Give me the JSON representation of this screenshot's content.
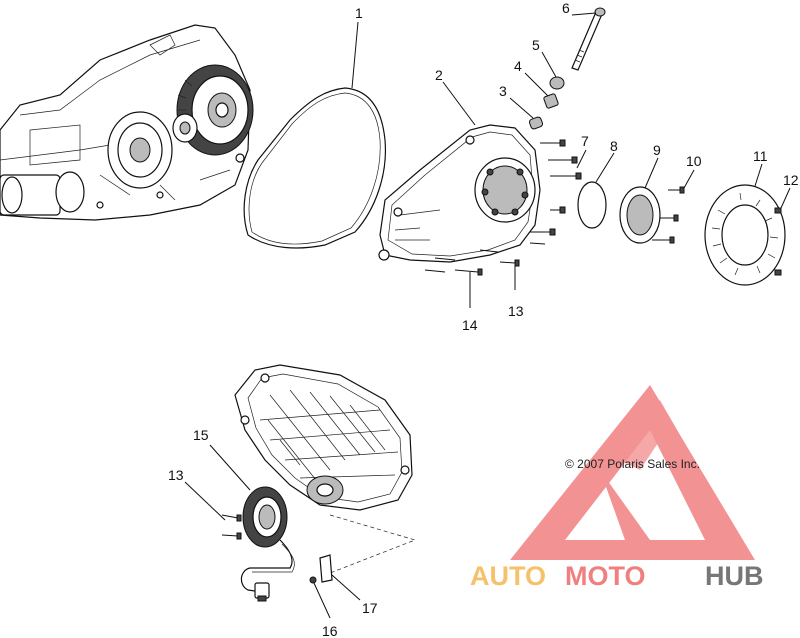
{
  "callouts": {
    "c1": "1",
    "c2": "2",
    "c3": "3",
    "c4": "4",
    "c5": "5",
    "c6": "6",
    "c7": "7",
    "c8": "8",
    "c9": "9",
    "c10": "10",
    "c11": "11",
    "c12": "12",
    "c13a": "13",
    "c13b": "13",
    "c14": "14",
    "c15": "15",
    "c16": "16",
    "c17": "17"
  },
  "copyright": "© 2007 Polaris Sales Inc.",
  "watermark": {
    "auto": "AUTO",
    "moto": "MOTO",
    "hub": "HUB",
    "colors": {
      "triangle": "#f08080",
      "auto": "#f5c26b",
      "moto": "#f08080",
      "hub": "#777777"
    }
  }
}
